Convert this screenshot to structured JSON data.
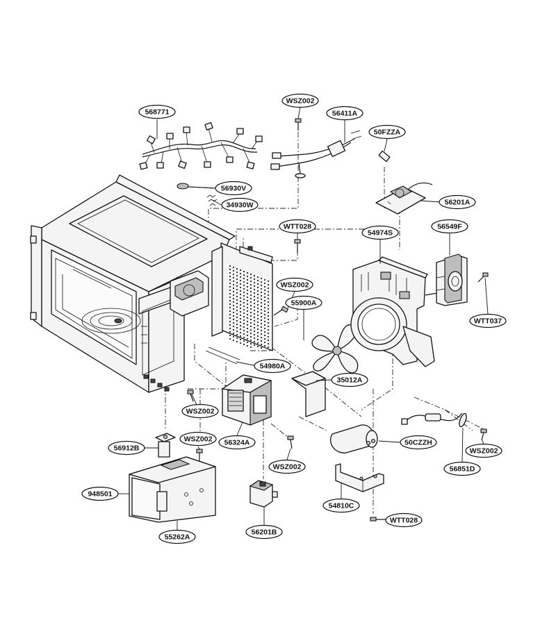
{
  "labels": {
    "568771": "568771",
    "wsz002_top": "WSZ002",
    "56411A": "56411A",
    "50FZZA": "50FZZA",
    "56930V": "56930V",
    "34930W": "34930W",
    "56201A": "56201A",
    "wtt028_mid": "WTT028",
    "54974S": "54974S",
    "56549F": "56549F",
    "wsz002_mid": "WSZ002",
    "55900A": "55900A",
    "wtt037": "WTT037",
    "54980A": "54980A",
    "35012A": "35012A",
    "wsz002_left": "WSZ002",
    "56912B": "56912B",
    "wsz002_low": "WSZ002",
    "56324A": "56324A",
    "50CZZH": "50CZZH",
    "wsz002_right": "WSZ002",
    "wsz002_bottom": "WSZ002",
    "56851D": "56851D",
    "948501": "948501",
    "54810C": "54810C",
    "wtt028_bottom": "WTT028",
    "56201B": "56201B",
    "55262A": "55262A"
  }
}
